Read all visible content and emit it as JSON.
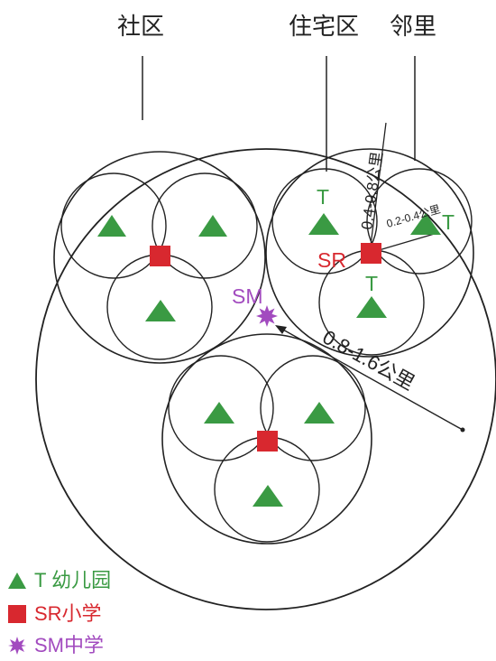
{
  "colors": {
    "green": "#3a9a43",
    "red": "#d8282f",
    "purple": "#a24bbf",
    "line": "#222222"
  },
  "labels": {
    "community": "社区",
    "residential": "住宅区",
    "neighborhood": "邻里",
    "kindergarten_tag": "T",
    "primary_school_tag": "SR",
    "middle_school_tag": "SM"
  },
  "distances": {
    "community_radius": "0.8-1.6公里",
    "residential_radius": "0.4-0.8公里",
    "neighborhood_radius": "0.2-0.4公里"
  },
  "legend": {
    "kindergarten": "T 幼儿园",
    "primary_school": "SR小学",
    "middle_school": "SM中学"
  }
}
